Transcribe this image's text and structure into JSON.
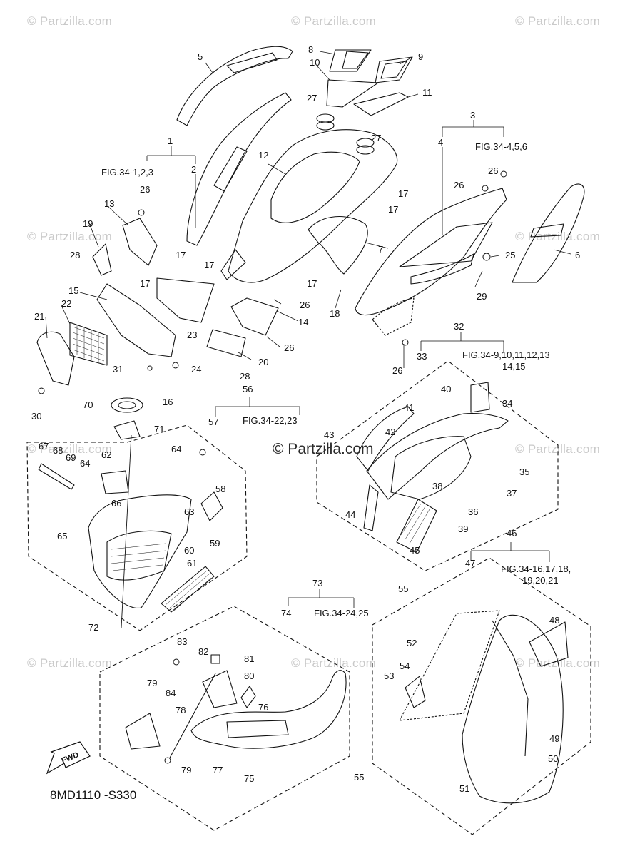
{
  "watermarks": {
    "tile": "© Partzilla.com",
    "center": "© Partzilla.com"
  },
  "diagram_code": "8MD1110 -S330",
  "fwd_label": "FWD",
  "fig_refs": {
    "f1": "FIG.34-1,2,3",
    "f3": "FIG.34-4,5,6",
    "f32a": "FIG.34-9,10,11,12,13",
    "f32b": "14,15",
    "f56": "FIG.34-22,23",
    "f46a": "FIG.34-16,17,18,",
    "f46b": "19,20,21",
    "f73": "FIG.34-24,25"
  },
  "callouts": [
    "1",
    "2",
    "3",
    "4",
    "5",
    "6",
    "7",
    "8",
    "9",
    "10",
    "11",
    "12",
    "13",
    "14",
    "15",
    "16",
    "17",
    "18",
    "19",
    "20",
    "21",
    "22",
    "23",
    "24",
    "25",
    "26",
    "27",
    "28",
    "29",
    "30",
    "31",
    "32",
    "33",
    "34",
    "35",
    "36",
    "37",
    "38",
    "39",
    "40",
    "41",
    "42",
    "43",
    "44",
    "45",
    "46",
    "47",
    "48",
    "49",
    "50",
    "51",
    "52",
    "53",
    "54",
    "55",
    "56",
    "57",
    "58",
    "59",
    "60",
    "61",
    "62",
    "63",
    "64",
    "65",
    "66",
    "67",
    "68",
    "69",
    "70",
    "71",
    "72",
    "73",
    "74",
    "75",
    "76",
    "77",
    "78",
    "79",
    "80",
    "81",
    "82",
    "83",
    "84"
  ],
  "colors": {
    "line": "#111111",
    "watermark": "#c9c9c9"
  }
}
